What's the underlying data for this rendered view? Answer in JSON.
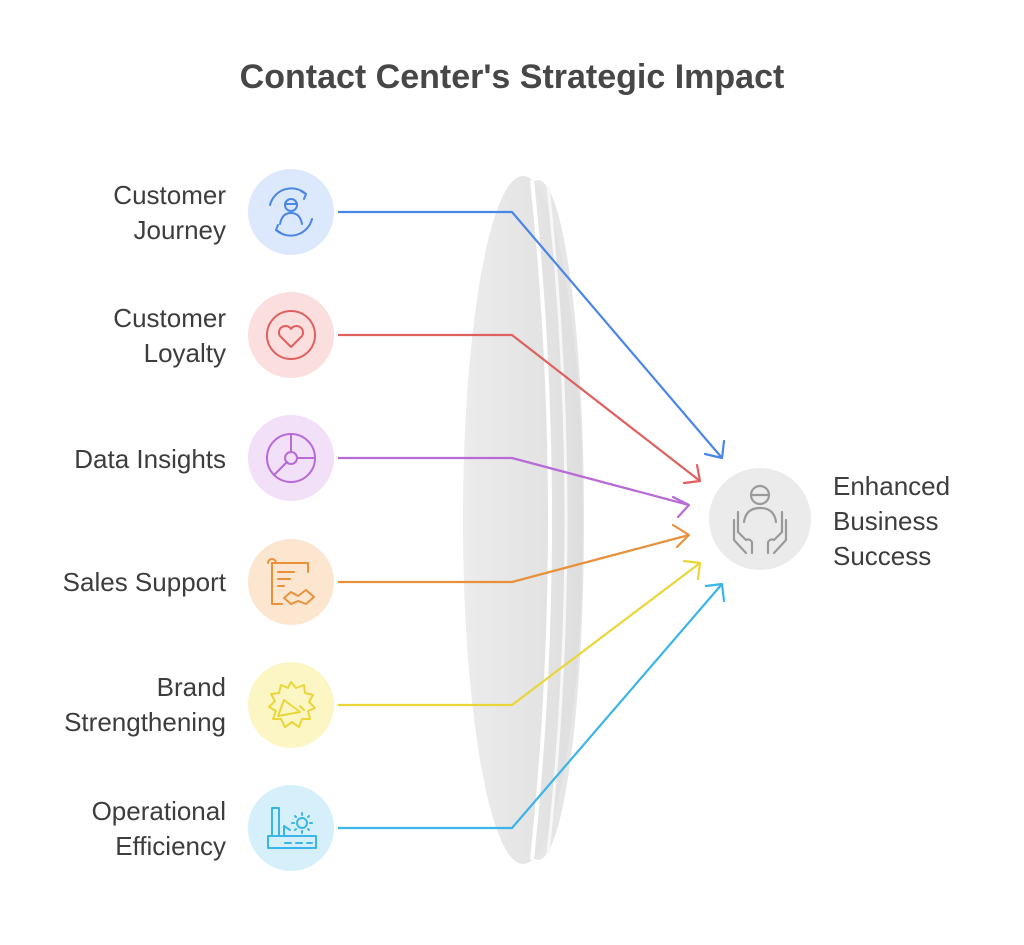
{
  "title": "Contact Center's Strategic Impact",
  "inputs": [
    {
      "label": "Customer\nJourney",
      "icon": "customer-journey-icon",
      "color": "#4a86e8",
      "bg": "#dce8fb"
    },
    {
      "label": "Customer\nLoyalty",
      "icon": "heart-icon",
      "color": "#e06060",
      "bg": "#fbdede"
    },
    {
      "label": "Data Insights",
      "icon": "pie-chart-icon",
      "color": "#b86ad6",
      "bg": "#f1e0f8"
    },
    {
      "label": "Sales Support",
      "icon": "contract-handshake-icon",
      "color": "#e8913a",
      "bg": "#fde6d0"
    },
    {
      "label": "Brand\nStrengthening",
      "icon": "megaphone-badge-icon",
      "color": "#ead63a",
      "bg": "#fcf6c4"
    },
    {
      "label": "Operational\nEfficiency",
      "icon": "factory-gear-icon",
      "color": "#3bb5e8",
      "bg": "#d6f0fb"
    }
  ],
  "outcome": {
    "label": "Enhanced\nBusiness\nSuccess",
    "icon": "person-hands-icon",
    "color": "#9a9a9a",
    "bg": "#ebebeb"
  }
}
